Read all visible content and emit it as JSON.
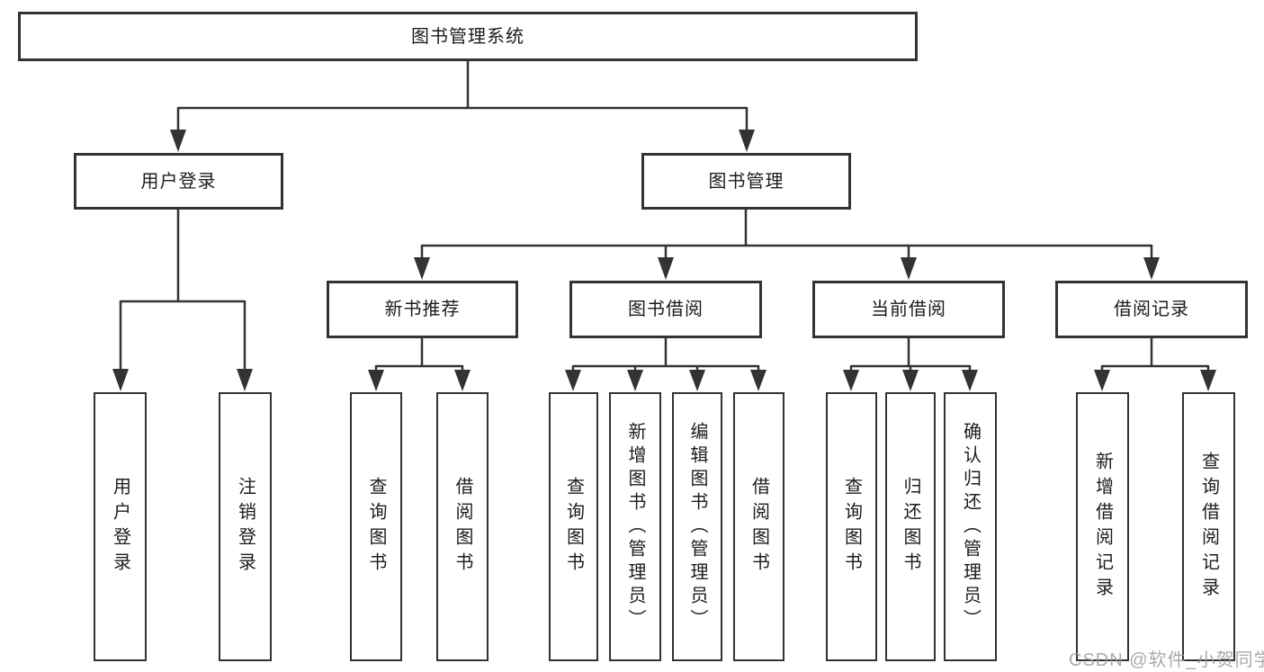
{
  "diagram": {
    "root": {
      "label": "图书管理系统"
    },
    "branches": [
      {
        "label": "用户登录",
        "children": [
          {
            "label": "用户登录"
          },
          {
            "label": "注销登录"
          }
        ]
      },
      {
        "label": "图书管理",
        "children": [
          {
            "label": "新书推荐",
            "children": [
              {
                "label": "查询图书"
              },
              {
                "label": "借阅图书"
              }
            ]
          },
          {
            "label": "图书借阅",
            "children": [
              {
                "label": "查询图书"
              },
              {
                "label": "新增图书（管理员）"
              },
              {
                "label": "编辑图书（管理员）"
              },
              {
                "label": "借阅图书"
              }
            ]
          },
          {
            "label": "当前借阅",
            "children": [
              {
                "label": "查询图书"
              },
              {
                "label": "归还图书"
              },
              {
                "label": "确认归还（管理员）"
              }
            ]
          },
          {
            "label": "借阅记录",
            "children": [
              {
                "label": "新增借阅记录"
              },
              {
                "label": "查询借阅记录"
              }
            ]
          }
        ]
      }
    ],
    "watermark": "CSDN @软件_小贺同学",
    "colors": {
      "line": "#333333",
      "box_border": "#333333",
      "text": "#1c1c1c",
      "watermark": "#9b9b9b",
      "background": "#ffffff"
    }
  }
}
